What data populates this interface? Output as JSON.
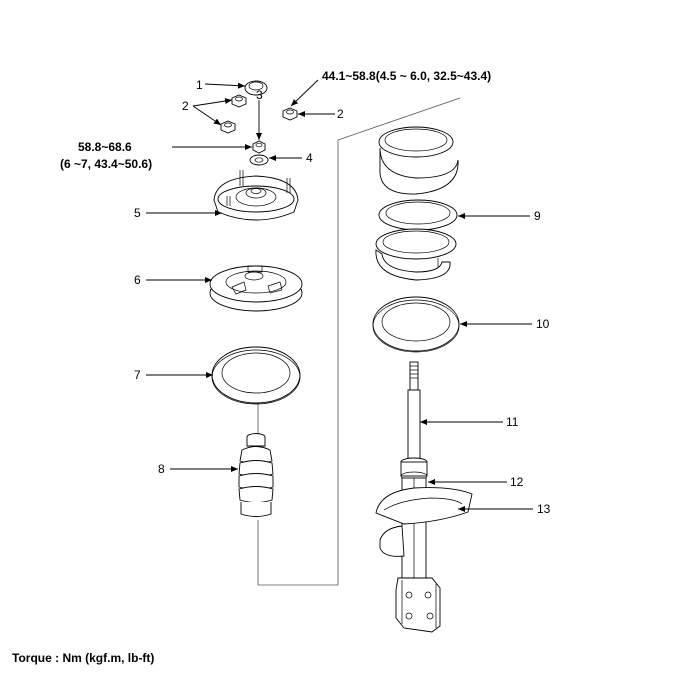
{
  "labels": {
    "p1": "1",
    "p2a": "2",
    "p2b": "2",
    "p3": "3",
    "p4": "4",
    "p5": "5",
    "p6": "6",
    "p7": "7",
    "p8": "8",
    "p9": "9",
    "p10": "10",
    "p11": "11",
    "p12": "12",
    "p13": "13"
  },
  "torque": {
    "upper_nut": "44.1~58.8(4.5 ~ 6.0, 32.5~43.4)",
    "lock_nut_line1": "58.8~68.6",
    "lock_nut_line2": "(6 ~7, 43.4~50.6)"
  },
  "footer": {
    "torque_units": "Torque : Nm (kgf.m, lb-ft)"
  }
}
